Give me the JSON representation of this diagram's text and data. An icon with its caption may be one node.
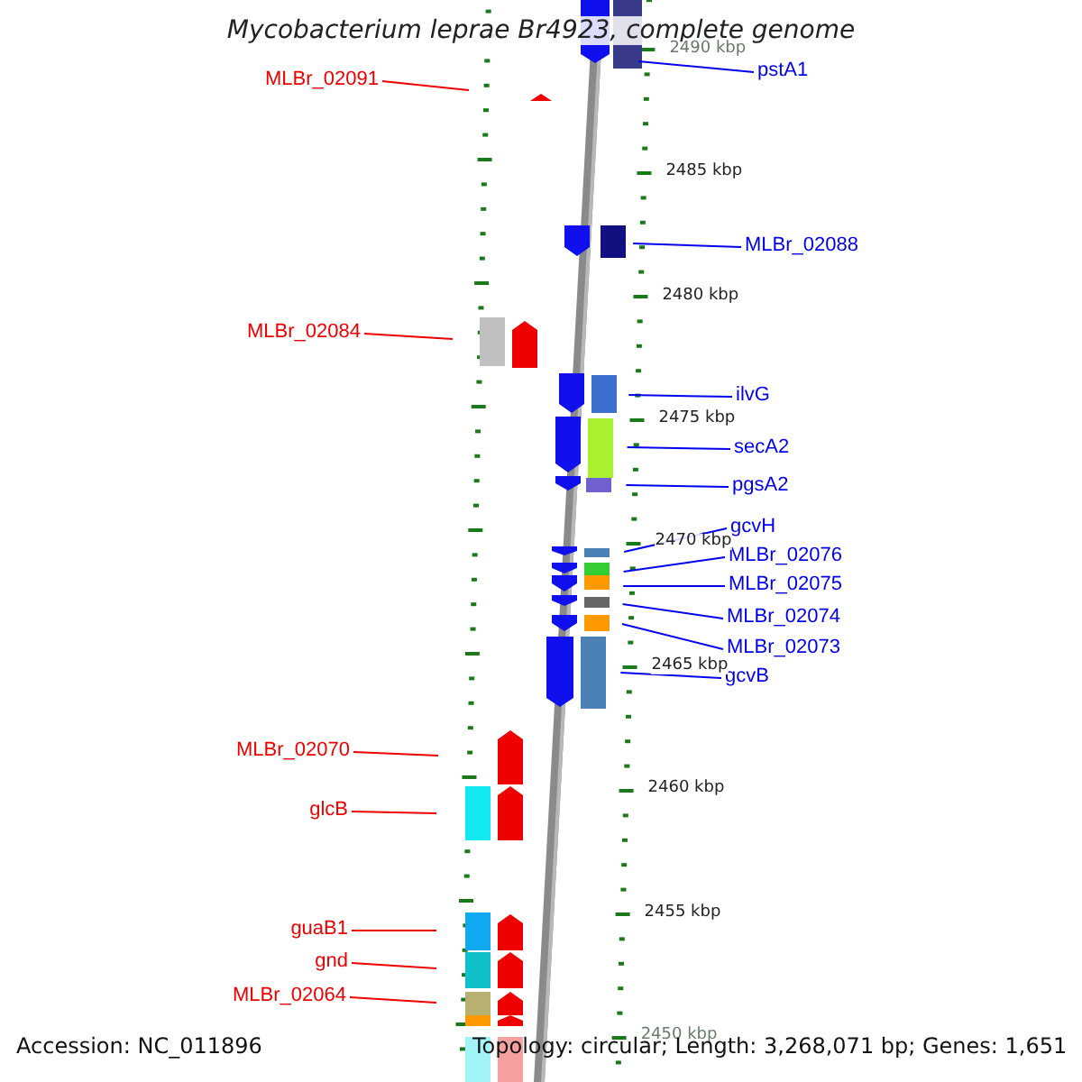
{
  "diagram": {
    "title": "Mycobacterium leprae Br4923, complete genome",
    "nodes": [
      {
        "text": [
          "MLBr_02091"
        ]
      },
      {
        "text": [
          "MLBr_02084"
        ]
      },
      {
        "text": [
          "MLBr_02070"
        ]
      },
      {
        "text": [
          "glcB"
        ]
      },
      {
        "text": [
          "guaB1"
        ]
      },
      {
        "text": [
          "gnd"
        ]
      },
      {
        "text": [
          "MLBr_02064"
        ]
      },
      {
        "text": [
          "pstA1"
        ]
      },
      {
        "text": [
          "MLBr_02088"
        ]
      },
      {
        "text": [
          "ilvG"
        ]
      },
      {
        "text": [
          "secA2"
        ]
      },
      {
        "text": [
          "pgsA2"
        ]
      },
      {
        "text": [
          "gcvH"
        ]
      },
      {
        "text": [
          "MLBr_02076"
        ]
      },
      {
        "text": [
          "MLBr_02075"
        ]
      },
      {
        "text": [
          "MLBr_02074"
        ]
      },
      {
        "text": [
          "MLBr_02073"
        ]
      },
      {
        "text": [
          "gcvB"
        ]
      }
    ],
    "edges": [
      {
        "from": 0,
        "to": null,
        "arrow": "none",
        "color": "#ee0000"
      },
      {
        "from": 1,
        "to": null,
        "arrow": "none",
        "color": "#ee0000"
      },
      {
        "from": 2,
        "to": null,
        "arrow": "none",
        "color": "#ee0000"
      },
      {
        "from": 3,
        "to": null,
        "arrow": "none",
        "color": "#ee0000"
      },
      {
        "from": 4,
        "to": null,
        "arrow": "none",
        "color": "#ee0000"
      },
      {
        "from": 5,
        "to": null,
        "arrow": "none",
        "color": "#ee0000"
      },
      {
        "from": 6,
        "to": null,
        "arrow": "none",
        "color": "#ee0000"
      },
      {
        "from": 7,
        "to": null,
        "arrow": "none"
      },
      {
        "from": 8,
        "to": null,
        "arrow": "none"
      },
      {
        "from": 9,
        "to": null,
        "arrow": "none"
      },
      {
        "from": 10,
        "to": null,
        "arrow": "none"
      },
      {
        "from": 11,
        "to": null,
        "arrow": "none"
      },
      {
        "from": 12,
        "to": null,
        "arrow": "none"
      },
      {
        "from": 13,
        "to": null,
        "arrow": "none"
      },
      {
        "from": 14,
        "to": null,
        "arrow": "none"
      },
      {
        "from": 15,
        "to": null,
        "arrow": "none"
      },
      {
        "from": 16,
        "to": null,
        "arrow": "none"
      },
      {
        "from": 17,
        "to": null,
        "arrow": "none"
      }
    ],
    "labels": [
      "2490 kbp",
      "2485 kbp",
      "2480 kbp",
      "2475 kbp",
      "2470 kbp",
      "2465 kbp",
      "2460 kbp",
      "2455 kbp",
      "2450 kbp",
      "Accession: NC_011896",
      "Topology: circular; Length: 3,268,071 bp; Genes: 1,651"
    ]
  }
}
